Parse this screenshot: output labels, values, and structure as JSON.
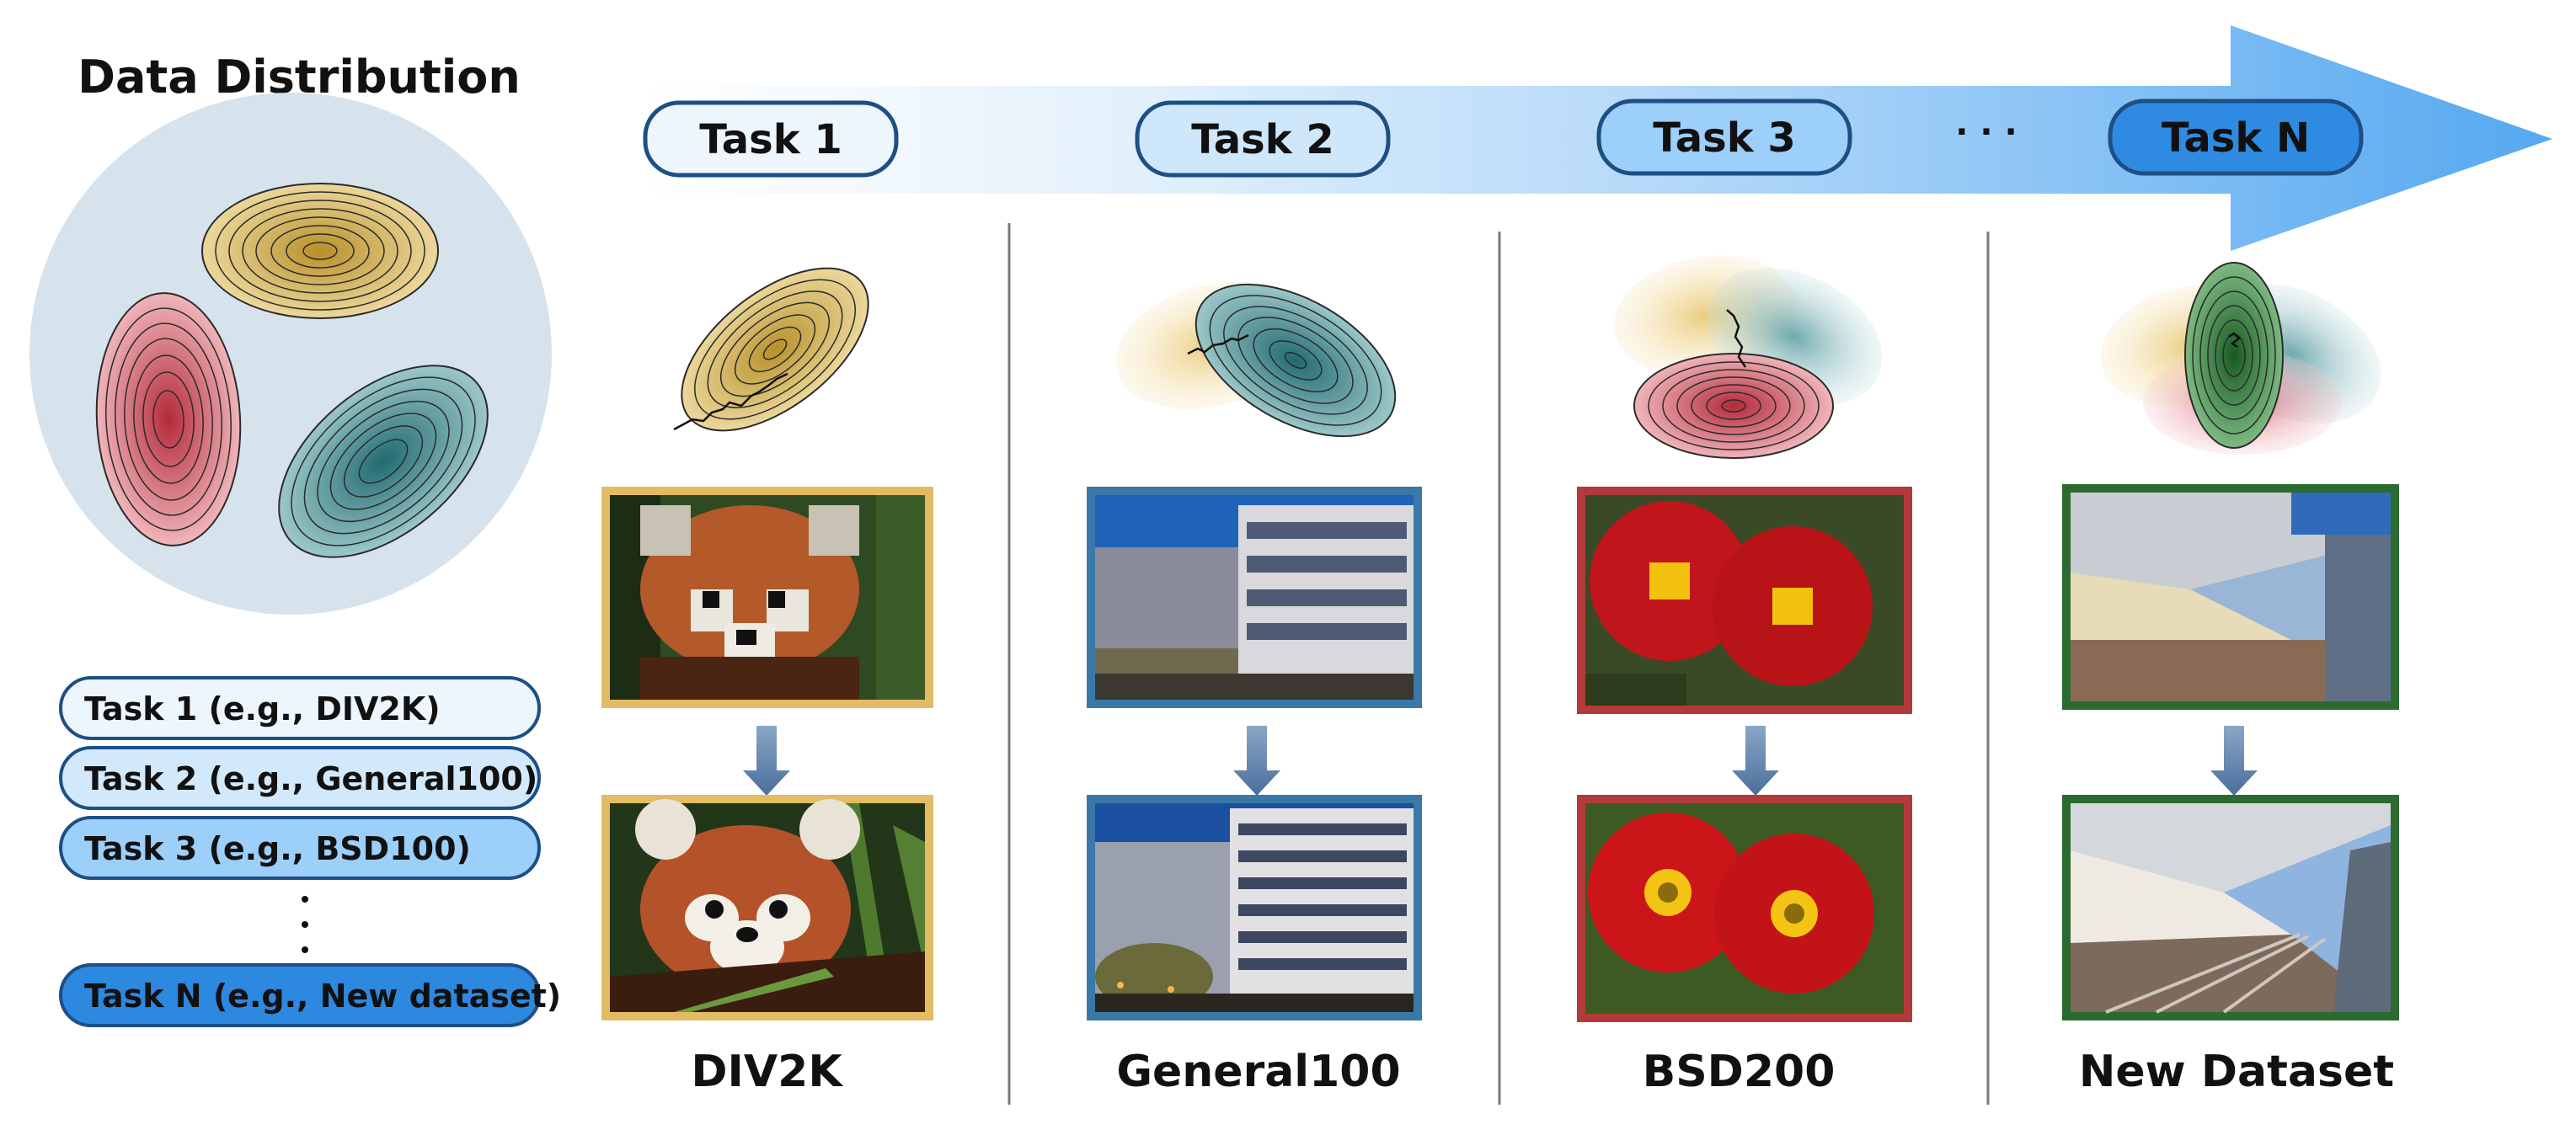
{
  "left_panel": {
    "title": "Data Distribution",
    "task_list": [
      {
        "label": "Task 1 (e.g., DIV2K)",
        "fill": "#eef6fd"
      },
      {
        "label": "Task 2 (e.g., General100)",
        "fill": "#d1e9fb"
      },
      {
        "label": "Task 3 (e.g., BSD100)",
        "fill": "#9ccffa"
      },
      {
        "label": "Task N (e.g., New dataset)",
        "fill": "#2d88e0"
      }
    ],
    "dots": "· · ·"
  },
  "arrow": {
    "tasks": [
      {
        "label": "Task 1",
        "fill": "#eef6fd"
      },
      {
        "label": "Task 2",
        "fill": "#cfe7fb"
      },
      {
        "label": "Task 3",
        "fill": "#9ccffa"
      },
      {
        "label": "Task N",
        "fill": "#2f8be2"
      }
    ],
    "dots": "·  ·  ·"
  },
  "columns": [
    {
      "dataset": "DIV2K",
      "image": "red-panda",
      "frame_color": "#e2bb63"
    },
    {
      "dataset": "General100",
      "image": "building",
      "frame_color": "#3a78a8"
    },
    {
      "dataset": "BSD200",
      "image": "red-flowers",
      "frame_color": "#b23a3a"
    },
    {
      "dataset": "New Dataset",
      "image": "train-station",
      "frame_color": "#2c6b30"
    }
  ],
  "colors": {
    "yellow": "#d8b45a",
    "teal": "#3d8a8c",
    "red": "#d45a66",
    "green": "#2f7a3a",
    "circle_bg": "#d6e2ec",
    "task_border": "#1d4f86"
  }
}
